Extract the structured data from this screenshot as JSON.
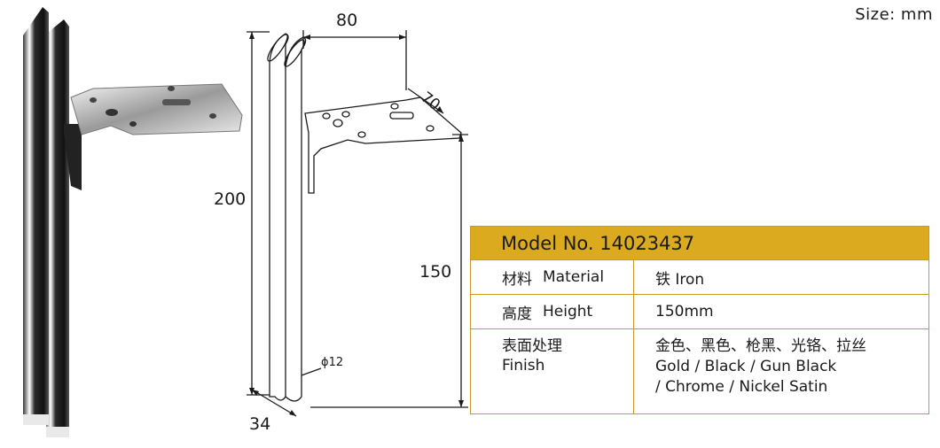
{
  "size_unit": "Size: mm",
  "dimensions": {
    "width_80": "80",
    "depth_70": "70",
    "total_height_200": "200",
    "leg_height_150": "150",
    "base_34": "34",
    "tube_diameter": "ϕ12"
  },
  "spec_table": {
    "model": "Model No. 14023437",
    "rows": [
      {
        "label_cn": "材料",
        "label_en": "Material",
        "value": "铁  Iron"
      },
      {
        "label_cn": "高度",
        "label_en": "Height",
        "value": "150mm"
      }
    ],
    "finish": {
      "label_cn": "表面处理",
      "label_en": "Finish",
      "values": [
        "金色、黑色、枪黑、光铬、拉丝",
        "Gold / Black  / Gun Black",
        "/ Chrome / Nickel Satin"
      ]
    }
  },
  "colors": {
    "table_header": "#dcaa1e",
    "table_border": "#c79a24"
  }
}
